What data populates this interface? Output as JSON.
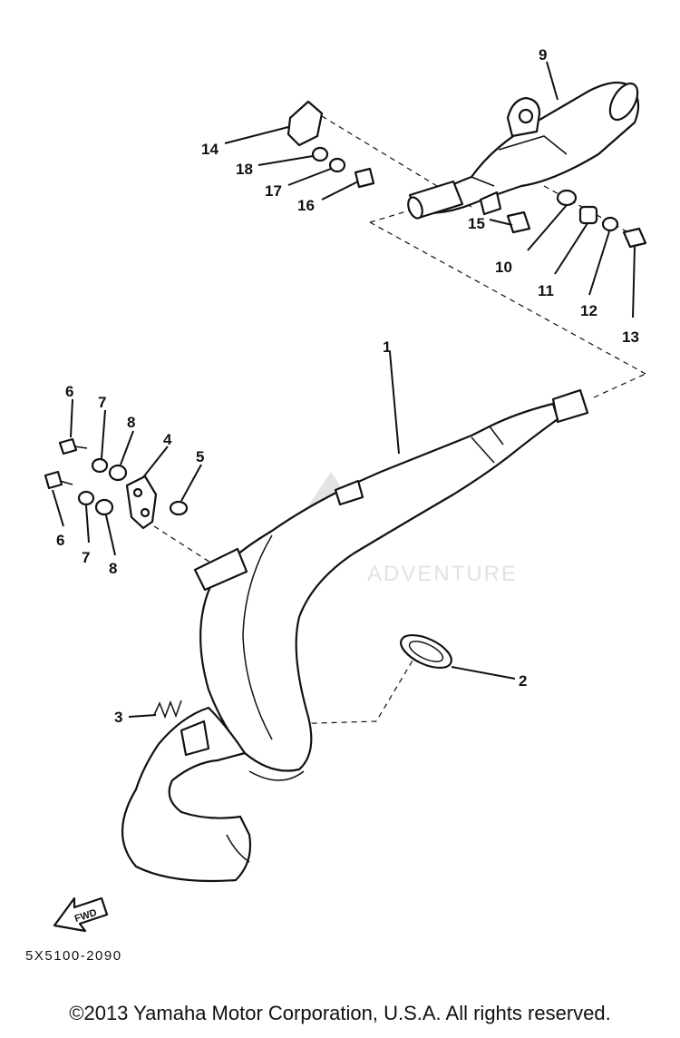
{
  "diagram": {
    "code": "5X5100-2090",
    "fwd_label": "FWD",
    "watermark": "ADVENTURE",
    "parts": [
      {
        "label": "1"
      },
      {
        "label": "2"
      },
      {
        "label": "3"
      },
      {
        "label": "4"
      },
      {
        "label": "5"
      },
      {
        "label": "6"
      },
      {
        "label": "6"
      },
      {
        "label": "7"
      },
      {
        "label": "7"
      },
      {
        "label": "8"
      },
      {
        "label": "8"
      },
      {
        "label": "9"
      },
      {
        "label": "10"
      },
      {
        "label": "11"
      },
      {
        "label": "12"
      },
      {
        "label": "13"
      },
      {
        "label": "14"
      },
      {
        "label": "15"
      },
      {
        "label": "16"
      },
      {
        "label": "17"
      },
      {
        "label": "18"
      }
    ]
  },
  "footer": {
    "copyright": "©2013 Yamaha Motor Corporation, U.S.A. All rights reserved."
  }
}
